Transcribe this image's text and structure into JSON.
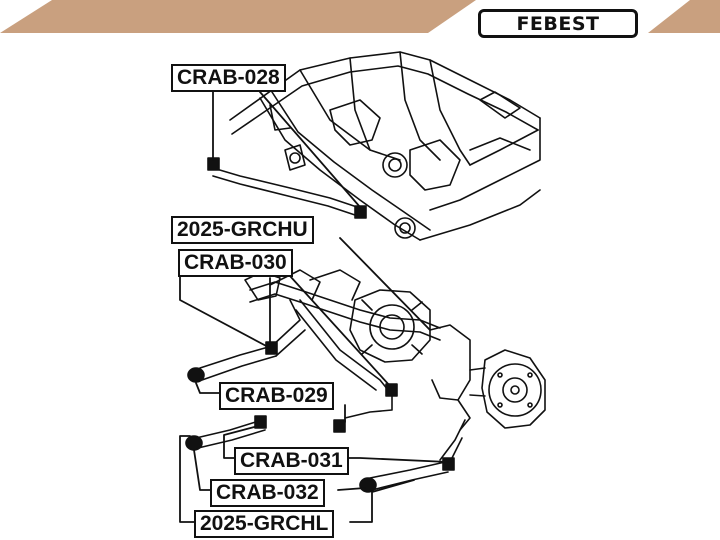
{
  "brand": {
    "name": "FEBEST"
  },
  "labels": {
    "crab_028": "CRAB-028",
    "grchu": "2025-GRCHU",
    "crab_030": "CRAB-030",
    "crab_029": "CRAB-029",
    "crab_031": "CRAB-031",
    "crab_032": "CRAB-032",
    "grchl": "2025-GRCHL"
  },
  "colors": {
    "banner": "#c9a07f",
    "ink": "#111111"
  }
}
